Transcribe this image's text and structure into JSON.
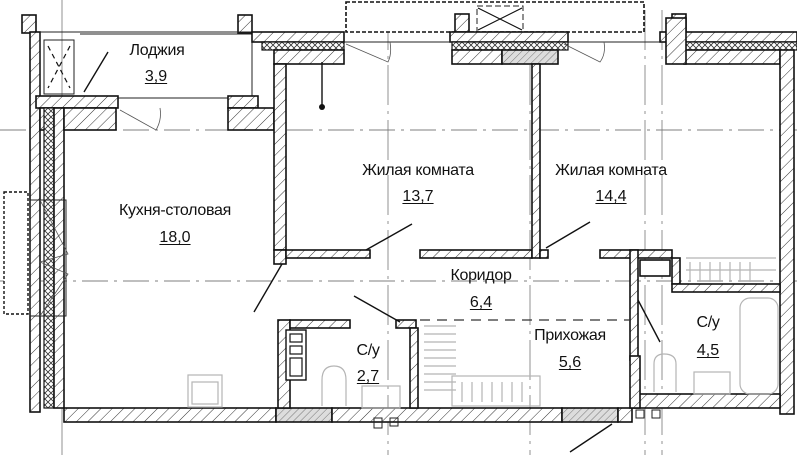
{
  "plan": {
    "type": "apartment-floor-plan",
    "rooms": [
      {
        "id": "loggia",
        "name": "Лоджия",
        "area": "3,9"
      },
      {
        "id": "kitchen",
        "name": "Кухня-столовая",
        "area": "18,0"
      },
      {
        "id": "living1",
        "name": "Жилая комната",
        "area": "13,7"
      },
      {
        "id": "living2",
        "name": "Жилая комната",
        "area": "14,4"
      },
      {
        "id": "corridor",
        "name": "Коридор",
        "area": "6,4"
      },
      {
        "id": "bath1",
        "name": "С/у",
        "area": "2,7"
      },
      {
        "id": "hall",
        "name": "Прихожая",
        "area": "5,6"
      },
      {
        "id": "bath2",
        "name": "С/у",
        "area": "4,5"
      }
    ],
    "colors": {
      "line": "#111111",
      "fixture": "#b5b5b5",
      "background": "#ffffff"
    }
  }
}
